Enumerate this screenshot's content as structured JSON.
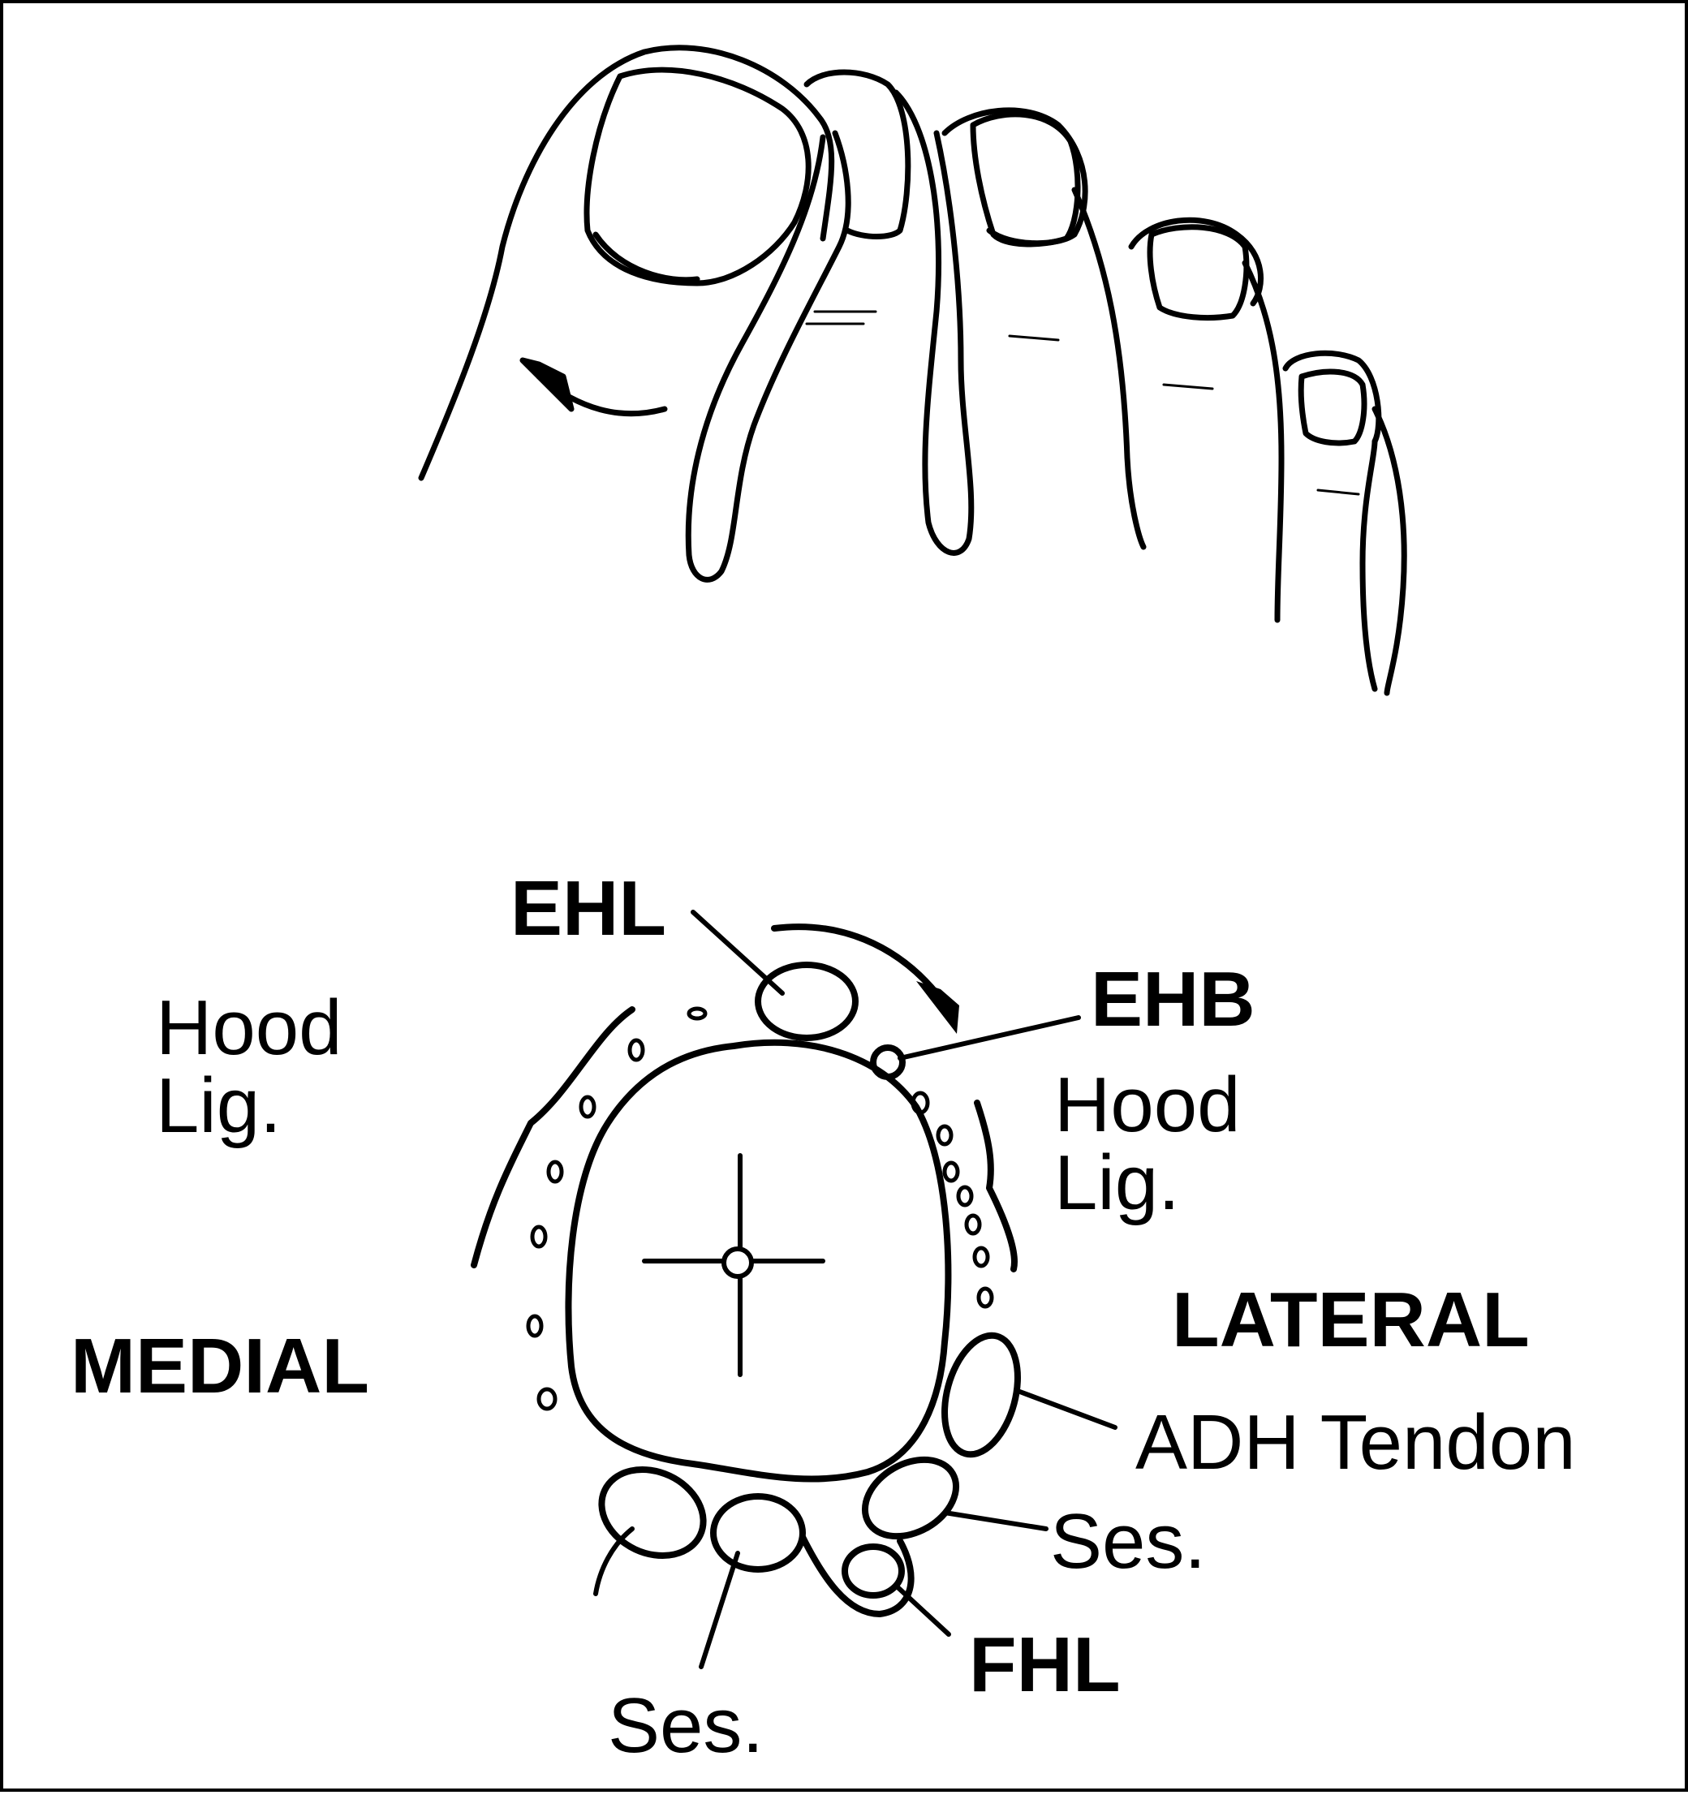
{
  "labels": {
    "ehl": "EHL",
    "ehb": "EHB",
    "hood_lig_medial": {
      "line1": "Hood",
      "line2": "Lig."
    },
    "hood_lig_lateral": {
      "line1": "Hood",
      "line2": "Lig."
    },
    "medial": "MEDIAL",
    "lateral": "LATERAL",
    "adh_tendon": "ADH Tendon",
    "ses_lateral": "Ses.",
    "ses_medial": "Ses.",
    "fhl": "FHL"
  },
  "colors": {
    "ink": "#000000",
    "paper": "#ffffff"
  }
}
